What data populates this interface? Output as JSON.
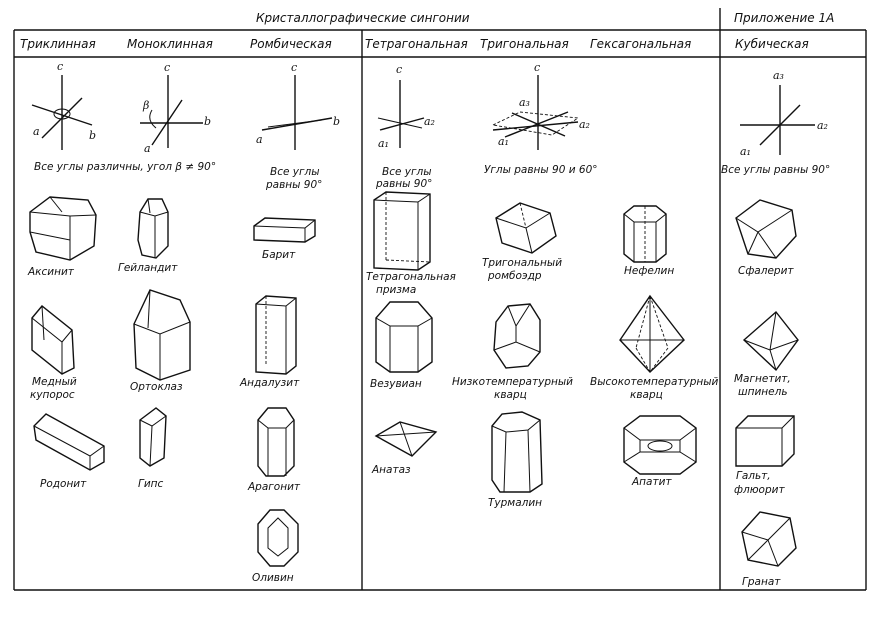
{
  "title": "Кристаллографические сингонии",
  "appendix": "Приложение 1А",
  "columns": {
    "triclinic": "Триклинная",
    "monoclinic": "Моноклинная",
    "orthorhombic": "Ромбическая",
    "tetragonal": "Тетрагональная",
    "trigonal": "Тригональная",
    "hexagonal": "Гексагональная",
    "cubic": "Кубическая"
  },
  "axes": {
    "c": "c",
    "a": "a",
    "b": "b",
    "beta": "β",
    "a1": "a₁",
    "a2": "a₂",
    "a3": "a₃"
  },
  "angle_notes": {
    "triclinic": "Все углы различны, угол β ≠ 90°",
    "orthorhombic_line1": "Все углы",
    "orthorhombic_line2": "равны 90°",
    "tetragonal_line1": "Все углы",
    "tetragonal_line2": "равны 90°",
    "trigonal": "Углы равны 90 и 60°",
    "cubic": "Все углы равны 90°"
  },
  "minerals": {
    "axinite": "Аксинит",
    "heulandite": "Гейландит",
    "barite": "Барит",
    "tetragonal_prism_line1": "Тетрагональная",
    "tetragonal_prism_line2": "призма",
    "trigonal_rhombohedron_line1": "Тригональный",
    "trigonal_rhombohedron_line2": "ромбоэдр",
    "nepheline": "Нефелин",
    "sphalerite": "Сфалерит",
    "copper_vitriol_line1": "Медный",
    "copper_vitriol_line2": "купорос",
    "orthoclase": "Ортоклаз",
    "andalusite": "Андалузит",
    "vesuvianite": "Везувиан",
    "low_quartz_line1": "Низкотемпературный",
    "low_quartz_line2": "кварц",
    "high_quartz_line1": "Высокотемпературный",
    "high_quartz_line2": "кварц",
    "magnetite_line1": "Магнетит,",
    "magnetite_line2": "шпинель",
    "rhodonite": "Родонит",
    "gypsum": "Гипс",
    "aragonite": "Арагонит",
    "anatase": "Анатаз",
    "apatite": "Апатит",
    "galena_line1": "Гальт,",
    "galena_line2": "флюорит",
    "tourmaline": "Турмалин",
    "olivine": "Оливин",
    "garnet": "Гранат"
  }
}
